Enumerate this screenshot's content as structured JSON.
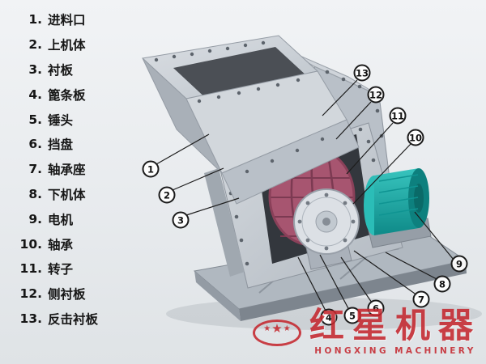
{
  "parts_list": [
    {
      "num": "1.",
      "label": "进料口"
    },
    {
      "num": "2.",
      "label": "上机体"
    },
    {
      "num": "3.",
      "label": "衬板"
    },
    {
      "num": "4.",
      "label": "篦条板"
    },
    {
      "num": "5.",
      "label": "锤头"
    },
    {
      "num": "6.",
      "label": "挡盘"
    },
    {
      "num": "7.",
      "label": "轴承座"
    },
    {
      "num": "8.",
      "label": "下机体"
    },
    {
      "num": "9.",
      "label": "电机"
    },
    {
      "num": "10.",
      "label": "轴承"
    },
    {
      "num": "11.",
      "label": "转子"
    },
    {
      "num": "12.",
      "label": "侧衬板"
    },
    {
      "num": "13.",
      "label": "反击衬板"
    }
  ],
  "callouts": [
    "1",
    "2",
    "3",
    "4",
    "5",
    "6",
    "7",
    "8",
    "9",
    "10",
    "11",
    "12",
    "13"
  ],
  "watermark": {
    "brand": "红星机器",
    "subtitle": "HONGXING MACHINERY",
    "logo_stars": "★★★"
  },
  "colors": {
    "accent_red": "#c5282f",
    "motor_teal": "#1ab0ab",
    "rotor_pink": "#a75570",
    "body_gray": "#c6ccd3",
    "background": "#eceef0"
  }
}
